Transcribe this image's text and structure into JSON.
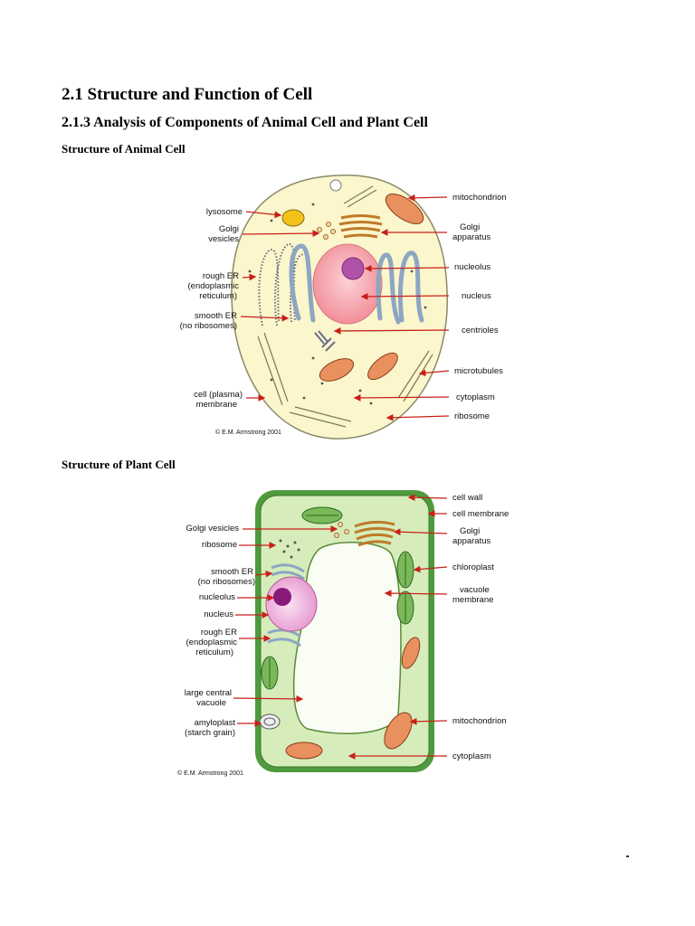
{
  "header": {
    "note": ""
  },
  "section": {
    "title": "2.1 Structure and Function of Cell",
    "subtitle": "2.1.3 Analysis of Components of Animal Cell and Plant Cell"
  },
  "animal": {
    "heading": "Structure of Animal Cell",
    "labels": {
      "lysosome": "lysosome",
      "golgi_vesicles_1": "Golgi",
      "golgi_vesicles_2": "vesicles",
      "rough_er_1": "rough ER",
      "rough_er_2": "(endoplasmic",
      "rough_er_3": "reticulum)",
      "smooth_er_1": "smooth ER",
      "smooth_er_2": "(no ribosomes)",
      "membrane_1": "cell (plasma)",
      "membrane_2": "membrane",
      "mitochondrion": "mitochondrion",
      "golgi_app_1": "Golgi",
      "golgi_app_2": "apparatus",
      "nucleolus": "nucleolus",
      "nucleus": "nucleus",
      "centrioles": "centrioles",
      "microtubules": "microtubules",
      "cytoplasm": "cytoplasm",
      "ribosome": "ribosome"
    },
    "copyright": "© E.M. Armstrong 2001"
  },
  "plant": {
    "heading": "Structure of Plant Cell",
    "labels": {
      "golgi_vesicles": "Golgi vesicles",
      "ribosome": "ribosome",
      "smooth_er_1": "smooth ER",
      "smooth_er_2": "(no ribosomes)",
      "nucleolus": "nucleolus",
      "nucleus": "nucleus",
      "rough_er_1": "rough ER",
      "rough_er_2": "(endoplasmic",
      "rough_er_3": "reticulum)",
      "vacuole_1": "large central",
      "vacuole_2": "vacuole",
      "amyloplast_1": "amyloplast",
      "amyloplast_2": "(starch grain)",
      "cell_wall": "cell wall",
      "cell_membrane": "cell membrane",
      "golgi_app_1": "Golgi",
      "golgi_app_2": "apparatus",
      "chloroplast": "chloroplast",
      "vacuole_membrane_1": "vacuole",
      "vacuole_membrane_2": "membrane",
      "mitochondrion": "mitochondrion",
      "cytoplasm": "cytoplasm"
    },
    "copyright": "© E.M. Armstrong 2001"
  },
  "colors": {
    "arrow": "#c8201a",
    "animal_cytoplasm": "#fbf6cc",
    "nucleus": "#f6a9b0",
    "plant_wall": "#4f9a3e",
    "plant_cytoplasm": "#d6edbb",
    "vacuole": "#fafdf4"
  }
}
